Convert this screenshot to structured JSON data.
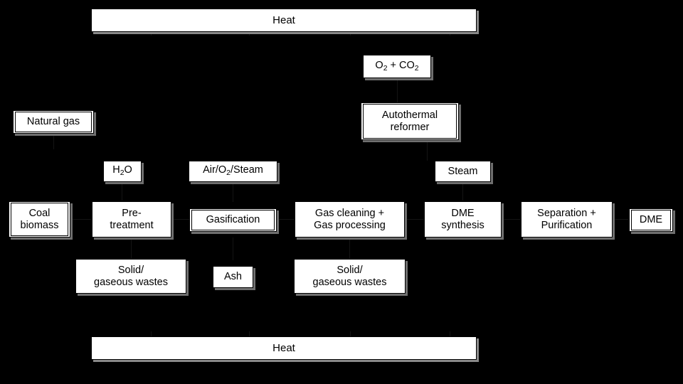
{
  "diagram": {
    "title": "Coal/biomass to DME process block flow diagram",
    "background_color": "#000000",
    "box_fill_color": "#ffffff",
    "text_color": "#000000",
    "shadow_color": "#6f6f6f"
  },
  "heat_bars": [
    {
      "id": "heat-top",
      "label": "Heat"
    },
    {
      "id": "heat-bottom",
      "label": "Heat"
    }
  ],
  "process_nodes": [
    {
      "id": "coal-biomass",
      "label": "Coal\nbiomass",
      "double_border": true
    },
    {
      "id": "pre-treatment",
      "label": "Pre-\ntreatment",
      "double_border": false
    },
    {
      "id": "gasification",
      "label": "Gasification",
      "double_border": true
    },
    {
      "id": "gas-cleaning",
      "label": "Gas cleaning +\nGas processing",
      "double_border": false
    },
    {
      "id": "dme-synthesis",
      "label": "DME\nsynthesis",
      "double_border": false
    },
    {
      "id": "separation-purification",
      "label": "Separation +\nPurification",
      "double_border": false
    },
    {
      "id": "dme-product",
      "label": "DME",
      "double_border": true
    }
  ],
  "feed_nodes": [
    {
      "id": "natural-gas",
      "label": "Natural gas",
      "double_border": true
    },
    {
      "id": "o2-co2",
      "label_parts": [
        "O",
        "2",
        " + CO",
        "2"
      ],
      "label": "O2 + CO2",
      "double_border": false
    },
    {
      "id": "autothermal-reformer",
      "label": "Autothermal\nreformer",
      "double_border": true
    },
    {
      "id": "h2o",
      "label_parts": [
        "H",
        "2",
        "O"
      ],
      "label": "H2O",
      "double_border": false
    },
    {
      "id": "air-o2-steam",
      "label_parts": [
        "Air/O",
        "2",
        "/Steam"
      ],
      "label": "Air/O2/Steam",
      "double_border": false
    },
    {
      "id": "steam",
      "label": "Steam",
      "double_border": false
    }
  ],
  "waste_nodes": [
    {
      "id": "waste-left",
      "label": "Solid/\ngaseous wastes"
    },
    {
      "id": "ash",
      "label": "Ash"
    },
    {
      "id": "waste-right",
      "label": "Solid/\ngaseous wastes"
    }
  ]
}
